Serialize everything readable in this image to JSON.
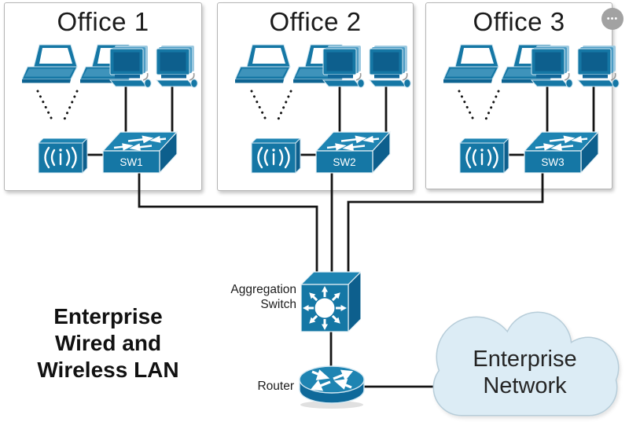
{
  "lan_title": {
    "lines": [
      "Enterprise",
      "Wired and",
      "Wireless LAN"
    ]
  },
  "offices": [
    {
      "title": "Office 1",
      "switch_label": "SW1"
    },
    {
      "title": "Office 2",
      "switch_label": "SW2"
    },
    {
      "title": "Office 3",
      "switch_label": "SW3"
    }
  ],
  "core": {
    "aggregation_label_lines": [
      "Aggregation",
      "Switch"
    ],
    "router_label": "Router"
  },
  "cloud": {
    "lines": [
      "Enterprise",
      "Network"
    ]
  },
  "menu_button": {
    "glyph": "•••"
  },
  "colors": {
    "device_blue": "#1577a5",
    "device_blue_dark": "#0d5f8d",
    "device_blue_light": "#1e84b2",
    "cloud_fill": "#dcecf5",
    "cloud_border": "#b7cdd9",
    "line": "#141414",
    "box_border": "#b5b5b5"
  }
}
